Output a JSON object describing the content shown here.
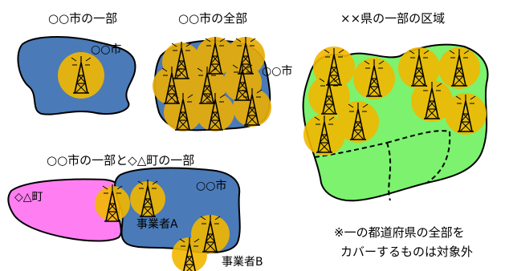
{
  "panel1": {
    "title": "○○市の一部",
    "city_label": "○○市"
  },
  "panel2": {
    "title": "○○市の全部",
    "city_label": "○○市"
  },
  "panel3": {
    "title": "××県の一部の区域"
  },
  "panel4": {
    "title": "○○市の一部と◇△町の一部",
    "town_label": "◇△町",
    "city_label": "○○市",
    "operator_a": "事業者A",
    "operator_b": "事業者B"
  },
  "note": {
    "line1": "※一の都道府県の全部を",
    "line2": "カバーするものは対象外"
  },
  "colors": {
    "city_fill": "#4a7ab8",
    "coverage": "#f2b800",
    "prefecture_fill": "#7cf26e",
    "town_fill": "#ff7ff2"
  }
}
